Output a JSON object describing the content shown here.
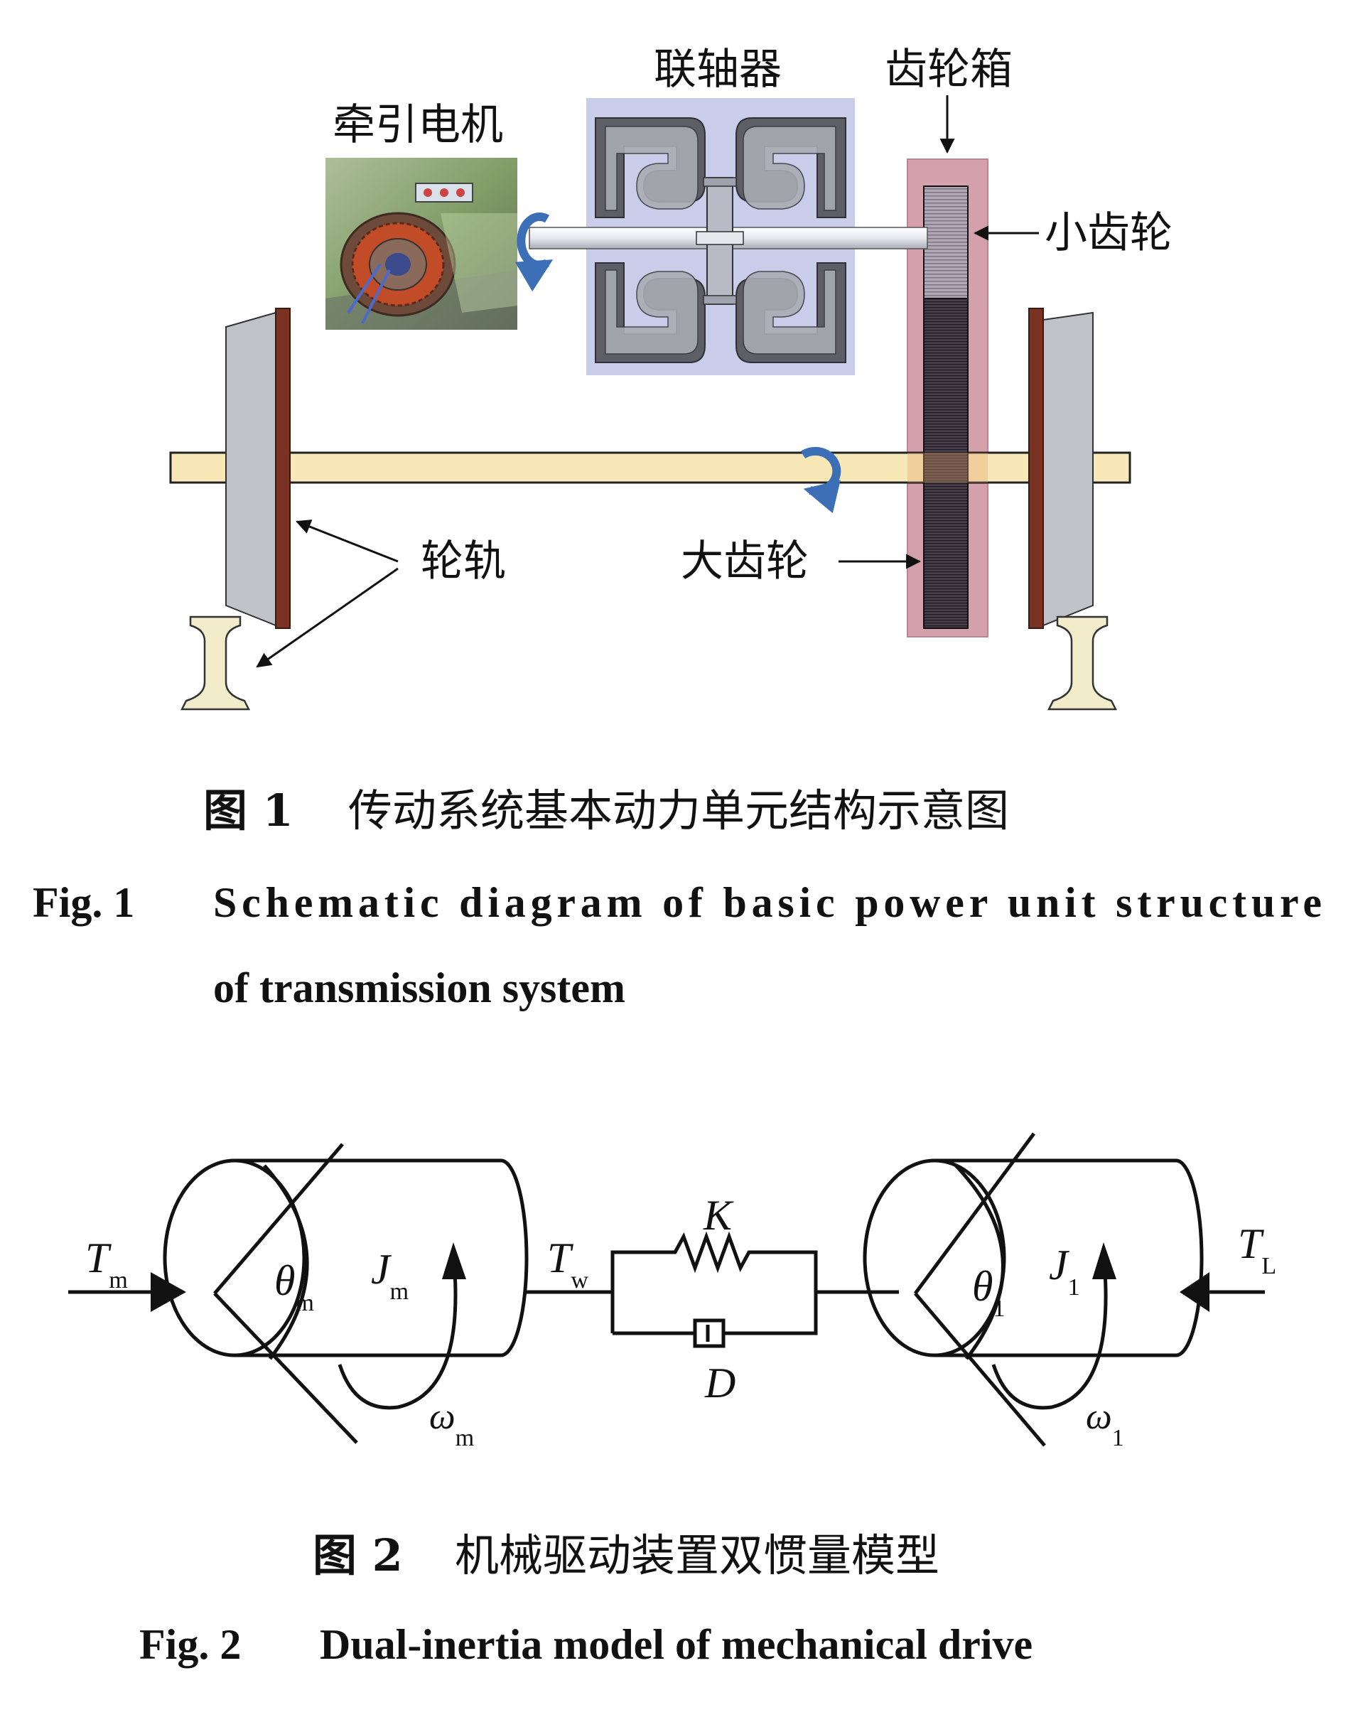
{
  "fig1": {
    "labels": {
      "coupling": "联轴器",
      "gearbox": "齿轮箱",
      "motor": "牵引电机",
      "pinion": "小齿轮",
      "wheel_rail": "轮轨",
      "big_gear": "大齿轮"
    },
    "caption_zh_num": "图 1",
    "caption_zh": "传动系统基本动力单元结构示意图",
    "caption_en_num": "Fig. 1",
    "caption_en_line1": "Schematic diagram of basic power unit structure",
    "caption_en_line2": "of transmission system"
  },
  "fig2": {
    "labels": {
      "Tm": "T",
      "Tm_sub": "m",
      "theta_m": "θ",
      "theta_m_sub": "m",
      "Jm": "J",
      "Jm_sub": "m",
      "omega_m": "ω",
      "omega_m_sub": "m",
      "Tw": "T",
      "Tw_sub": "w",
      "K": "K",
      "D": "D",
      "theta_1": "θ",
      "theta_1_sub": "1",
      "J1": "J",
      "J1_sub": "1",
      "omega_1": "ω",
      "omega_1_sub": "1",
      "TL": "T",
      "TL_sub": "L"
    },
    "caption_zh_num": "图 2",
    "caption_zh": "机械驱动装置双惯量模型",
    "caption_en_num": "Fig. 2",
    "caption_en": "Dual-inertia model of mechanical drive"
  },
  "colors": {
    "coupling_bg": "#c9cde9",
    "gearbox_bg": "#d4a0ab",
    "axle": "#f8e8b8",
    "wheel": "#bfc2c8",
    "flange": "#7a3322",
    "rail": "#f3eccb",
    "rotation_arrow": "#3c6fb5"
  }
}
